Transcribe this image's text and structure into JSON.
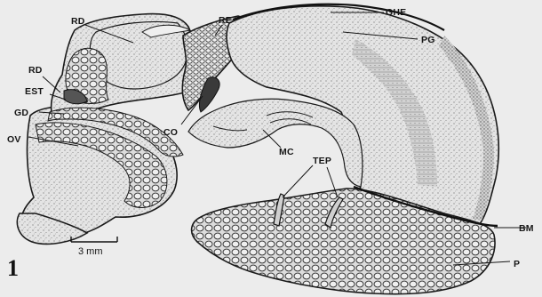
{
  "figure": {
    "number": "1",
    "scale_bar_text": "3 mm",
    "colors": {
      "background": "#ececec",
      "ink": "#161616",
      "stipple": "#9a9a9a"
    }
  },
  "labels": [
    {
      "id": "rd-top",
      "text": "RD"
    },
    {
      "id": "re",
      "text": "RE"
    },
    {
      "id": "ghe",
      "text": "GHE"
    },
    {
      "id": "pg",
      "text": "PG"
    },
    {
      "id": "rd-left",
      "text": "RD"
    },
    {
      "id": "est",
      "text": "EST"
    },
    {
      "id": "gd",
      "text": "GD"
    },
    {
      "id": "ov",
      "text": "OV"
    },
    {
      "id": "co",
      "text": "CO"
    },
    {
      "id": "mc",
      "text": "MC"
    },
    {
      "id": "tep",
      "text": "TEP"
    },
    {
      "id": "bm",
      "text": "BM"
    },
    {
      "id": "p",
      "text": "P"
    }
  ]
}
